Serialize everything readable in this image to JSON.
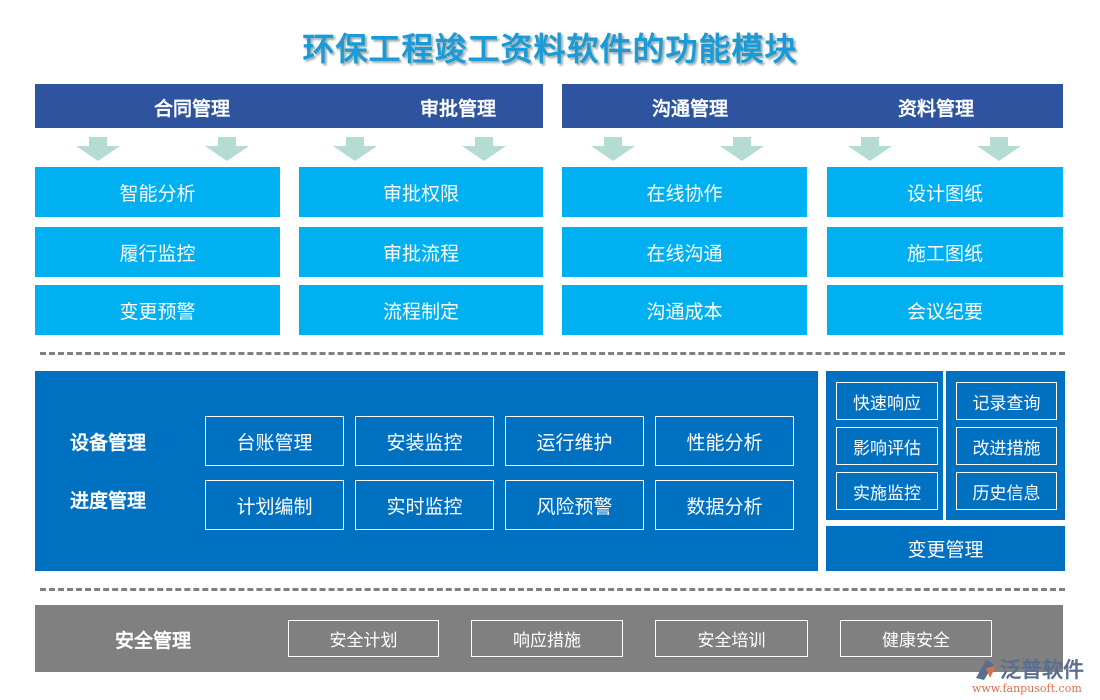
{
  "title": "环保工程竣工资料软件的功能模块",
  "top_headers": [
    "合同管理",
    "审批管理",
    "沟通管理",
    "资料管理"
  ],
  "top_columns": [
    [
      "智能分析",
      "履行监控",
      "变更预警"
    ],
    [
      "审批权限",
      "审批流程",
      "流程制定"
    ],
    [
      "在线协作",
      "在线沟通",
      "沟通成本"
    ],
    [
      "设计图纸",
      "施工图纸",
      "会议纪要"
    ]
  ],
  "middle": {
    "row_labels": [
      "设备管理",
      "进度管理"
    ],
    "rows": [
      [
        "台账管理",
        "安装监控",
        "运行维护",
        "性能分析"
      ],
      [
        "计划编制",
        "实时监控",
        "风险预警",
        "数据分析"
      ]
    ],
    "change": {
      "left": [
        "快速响应",
        "影响评估",
        "实施监控"
      ],
      "right": [
        "记录查询",
        "改进措施",
        "历史信息"
      ],
      "label": "变更管理"
    }
  },
  "safety": {
    "label": "安全管理",
    "items": [
      "安全计划",
      "响应措施",
      "安全培训",
      "健康安全"
    ]
  },
  "logo": {
    "name": "泛普软件",
    "url": "www.fanpusoft.com"
  },
  "colors": {
    "header": "#2e54a0",
    "cyan": "#00b0f0",
    "blue": "#0070c0",
    "gray": "#808080",
    "arrow": "#b5dcd2",
    "title": "#1a9ad6"
  }
}
